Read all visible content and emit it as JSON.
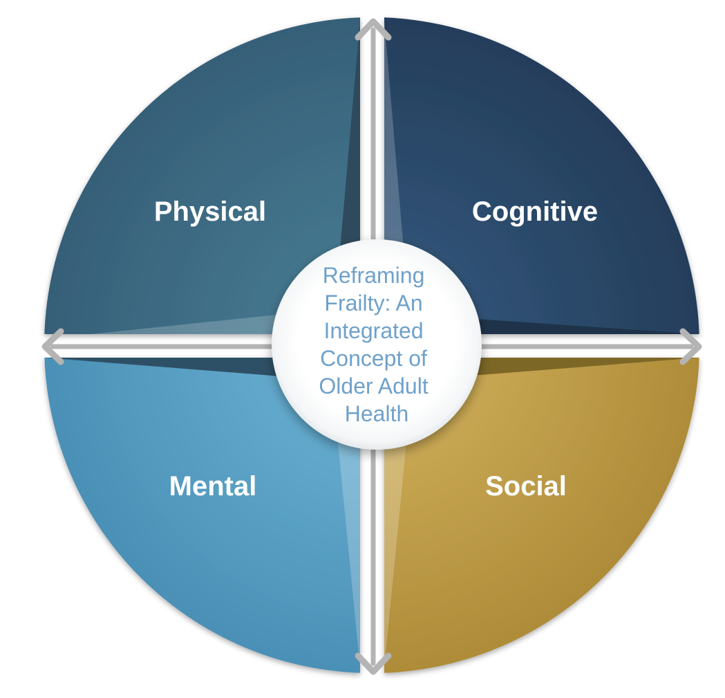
{
  "title": "Reframing Frailty: An Integrated Concept of Older Adult Health",
  "center": {
    "full_text": "Reframing Frailty: An Integrated Concept of Older Adult Health",
    "lines": [
      "Reframing",
      "Frailty: An",
      "Integrated",
      "Concept of",
      "Older Adult",
      "Health"
    ],
    "text_color": "#6FA1CA",
    "fill_color": "#FFFFFF"
  },
  "quadrants": [
    {
      "label": "Physical",
      "position": "top-left",
      "color": "#3D6E87",
      "text_color": "#FFFFFF"
    },
    {
      "label": "Cognitive",
      "position": "top-right",
      "color": "#2B4A6E",
      "text_color": "#FFFFFF"
    },
    {
      "label": "Mental",
      "position": "bottom-left",
      "color": "#57A0C7",
      "text_color": "#FFFFFF"
    },
    {
      "label": "Social",
      "position": "bottom-right",
      "color": "#C09D4A",
      "text_color": "#FFFFFF"
    }
  ],
  "axes": {
    "type": "double-headed cross arrows",
    "color": "#B4B4B4"
  }
}
